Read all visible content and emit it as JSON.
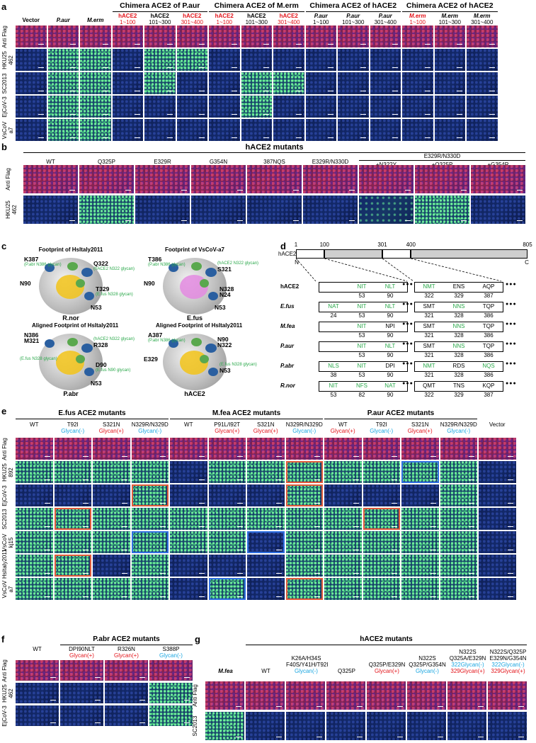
{
  "panels": {
    "a": "a",
    "b": "b",
    "c": "c",
    "d": "d",
    "e": "e",
    "f": "f",
    "g": "g"
  },
  "a": {
    "group_headers": [
      "Chimera ACE2 of P.aur",
      "Chimera ACE2 of M.erm",
      "Chimera ACE2 of hACE2",
      "Chimera ACE2 of hACE2"
    ],
    "columns": [
      {
        "l1": "Vector",
        "l2": "",
        "color": "black",
        "italic": false
      },
      {
        "l1": "P.aur",
        "l2": "",
        "color": "black",
        "italic": true
      },
      {
        "l1": "M.erm",
        "l2": "",
        "color": "black",
        "italic": true
      },
      {
        "l1": "hACE2",
        "l2": "1~100",
        "color": "red",
        "italic": false
      },
      {
        "l1": "hACE2",
        "l2": "101~300",
        "color": "black",
        "italic": false
      },
      {
        "l1": "hACE2",
        "l2": "301~400",
        "color": "red",
        "italic": false
      },
      {
        "l1": "hACE2",
        "l2": "1~100",
        "color": "red",
        "italic": false
      },
      {
        "l1": "hACE2",
        "l2": "101~300",
        "color": "black",
        "italic": false
      },
      {
        "l1": "hACE2",
        "l2": "301~400",
        "color": "red",
        "italic": false
      },
      {
        "l1": "P.aur",
        "l2": "1~100",
        "color": "black",
        "italic": true
      },
      {
        "l1": "P.aur",
        "l2": "101~300",
        "color": "black",
        "italic": true
      },
      {
        "l1": "P.aur",
        "l2": "301~400",
        "color": "black",
        "italic": true
      },
      {
        "l1": "M.erm",
        "l2": "1~100",
        "color": "red",
        "italic": true
      },
      {
        "l1": "M.erm",
        "l2": "101~300",
        "color": "black",
        "italic": true
      },
      {
        "l1": "M.erm",
        "l2": "301~400",
        "color": "black",
        "italic": true
      }
    ],
    "rows": [
      "Anti Flag",
      "HKU25 462",
      "SC2013",
      "EjCoV-3",
      "VsCoV a7"
    ]
  },
  "b": {
    "title": "hACE2 mutants",
    "subgroup": "E329R/N330D",
    "columns": [
      "WT",
      "Q325P",
      "E329R",
      "G354N",
      "387NQS",
      "E329R/N330D",
      "+N322Y",
      "+Q325P",
      "+G354R"
    ],
    "rows": [
      "Anti Flag",
      "HKU25 462"
    ]
  },
  "c": {
    "structures": [
      {
        "title": "Footprint of HsItaly2011",
        "name": "R.nor",
        "labels": [
          "K387",
          "(P.abr N386 glycan)",
          "Q322",
          "(hACE2 N322 glycan)",
          "N90",
          "T329",
          "(E.fus N328 glycan)",
          "N53"
        ]
      },
      {
        "title": "Footprint of VsCoV-a7",
        "name": "E.fus",
        "labels": [
          "T386",
          "(P.abr N386 glycan)",
          "(hACE2 N322 glycan)",
          "S321",
          "N90",
          "N328",
          "N24",
          "N53"
        ]
      },
      {
        "title": "Aligned Footprint of HsItaly2011",
        "name": "P.abr",
        "labels": [
          "N386",
          "M321",
          "(hACE2 N322 glycan)",
          "R328",
          "(E.fus N328 glycan)",
          "D90",
          "(E.fus N90 glycan)",
          "N53"
        ]
      },
      {
        "title": "Aligned Footprint of HsItaly2011",
        "name": "hACE2",
        "labels": [
          "A387",
          "(P.abr N386 glycan)",
          "N90",
          "N322",
          "E329",
          "(E.fus N328 glycan)",
          "N53"
        ]
      }
    ]
  },
  "d": {
    "scale": [
      "1",
      "100",
      "301",
      "400",
      "805"
    ],
    "ends": [
      "N",
      "C"
    ],
    "name": "hACE2",
    "species": [
      {
        "name": "hACE2",
        "italic": false,
        "left": [
          "NIT",
          "NLT"
        ],
        "left_nums": [
          "53",
          "90"
        ],
        "right": [
          "NMT",
          "ENS",
          "AQP"
        ],
        "right_nums": [
          "322",
          "329",
          "387"
        ]
      },
      {
        "name": "E.fus",
        "italic": true,
        "left": [
          "NAT",
          "NIT",
          "NLT"
        ],
        "left_nums": [
          "24",
          "53",
          "90"
        ],
        "right": [
          "SMT",
          "NNS",
          "TQP"
        ],
        "right_nums": [
          "321",
          "328",
          "386"
        ]
      },
      {
        "name": "M.fea",
        "italic": true,
        "left": [
          "NIT",
          "NPI"
        ],
        "left_nums": [
          "53",
          "90"
        ],
        "right": [
          "SMT",
          "NNS",
          "TQP"
        ],
        "right_nums": [
          "321",
          "328",
          "386"
        ]
      },
      {
        "name": "P.aur",
        "italic": true,
        "left": [
          "NIT",
          "NLT"
        ],
        "left_nums": [
          "53",
          "90"
        ],
        "right": [
          "SMT",
          "NNS",
          "TQP"
        ],
        "right_nums": [
          "321",
          "328",
          "386"
        ]
      },
      {
        "name": "P.abr",
        "italic": true,
        "left": [
          "NLS",
          "NIT",
          "DPI"
        ],
        "left_nums": [
          "38",
          "53",
          "90"
        ],
        "right": [
          "NMT",
          "RDS",
          "NQS"
        ],
        "right_nums": [
          "321",
          "328",
          "386"
        ]
      },
      {
        "name": "R.nor",
        "italic": true,
        "left": [
          "NIT",
          "NFS",
          "NAT"
        ],
        "left_nums": [
          "53",
          "82",
          "90"
        ],
        "right": [
          "QMT",
          "TNS",
          "KQP"
        ],
        "right_nums": [
          "322",
          "329",
          "387"
        ]
      }
    ],
    "dots": "●●●"
  },
  "e": {
    "groups": [
      "E.fus ACE2 mutants",
      "M.fea ACE2 mutants",
      "P.aur ACE2 mutants"
    ],
    "columns": [
      {
        "l1": "WT",
        "l2": "",
        "c": "black"
      },
      {
        "l1": "T92I",
        "l2": "Glycan(-)",
        "c": "cyan"
      },
      {
        "l1": "S321N",
        "l2": "Glycan(+)",
        "c": "red"
      },
      {
        "l1": "N329R/N329D",
        "l2": "Glycan(-)",
        "c": "cyan"
      },
      {
        "l1": "WT",
        "l2": "",
        "c": "black"
      },
      {
        "l1": "P91L/I92T",
        "l2": "Glycan(+)",
        "c": "red"
      },
      {
        "l1": "S321N",
        "l2": "Glycan(+)",
        "c": "red"
      },
      {
        "l1": "N329R/N329D",
        "l2": "Glycan(-)",
        "c": "cyan"
      },
      {
        "l1": "WT",
        "l2": "Glycan(+)",
        "c": "red"
      },
      {
        "l1": "T92I",
        "l2": "Glycan(-)",
        "c": "cyan"
      },
      {
        "l1": "S321N",
        "l2": "Glycan(+)",
        "c": "red"
      },
      {
        "l1": "N329R/N329D",
        "l2": "Glycan(-)",
        "c": "cyan"
      },
      {
        "l1": "Vector",
        "l2": "",
        "c": "black"
      }
    ],
    "rows": [
      "Anti Flag",
      "HKU25 892",
      "EjCoV-3",
      "SC2013",
      "VsCoV kj15",
      "HsItaly2011",
      "VsCoV a7"
    ]
  },
  "f": {
    "title": "P.abr ACE2 mutants",
    "columns": [
      {
        "l1": "WT",
        "l2": "",
        "c": "black"
      },
      {
        "l1": "DPI90NLT",
        "l2": "Glycan(+)",
        "c": "red"
      },
      {
        "l1": "R326N",
        "l2": "Glycan(+)",
        "c": "red"
      },
      {
        "l1": "S388P",
        "l2": "Glycan(-)",
        "c": "cyan"
      }
    ],
    "rows": [
      "Anti Flag",
      "HKU25 462",
      "EjCoV-3"
    ]
  },
  "g": {
    "title": "hACE2 mutants",
    "columns": [
      {
        "lines": [
          "M.fea"
        ],
        "cols": [
          "black"
        ],
        "italic": true
      },
      {
        "lines": [
          "WT"
        ],
        "cols": [
          "black"
        ],
        "italic": false
      },
      {
        "lines": [
          "K26A/H34S",
          "F40S/Y41H/T92I",
          "Glycan(-)"
        ],
        "cols": [
          "black",
          "black",
          "cyan"
        ],
        "italic": false
      },
      {
        "lines": [
          "Q325P"
        ],
        "cols": [
          "black"
        ],
        "italic": false
      },
      {
        "lines": [
          "Q325P/E329N",
          "Glycan(+)"
        ],
        "cols": [
          "black",
          "red"
        ],
        "italic": false
      },
      {
        "lines": [
          "N322S",
          "Q325P/G354N",
          "Glycan(-)"
        ],
        "cols": [
          "black",
          "black",
          "cyan"
        ],
        "italic": false
      },
      {
        "lines": [
          "N322S",
          "Q325A/E329N",
          "322Glycan(-)",
          "329Glycan(+)"
        ],
        "cols": [
          "black",
          "black",
          "cyan",
          "red"
        ],
        "italic": false
      },
      {
        "lines": [
          "N322S/Q325P",
          "E329N/G354N",
          "322Glycan(-)",
          "329Glycan(+)"
        ],
        "cols": [
          "black",
          "black",
          "cyan",
          "red"
        ],
        "italic": false
      }
    ],
    "rows": [
      "Anti Flag",
      "SC2013"
    ]
  }
}
